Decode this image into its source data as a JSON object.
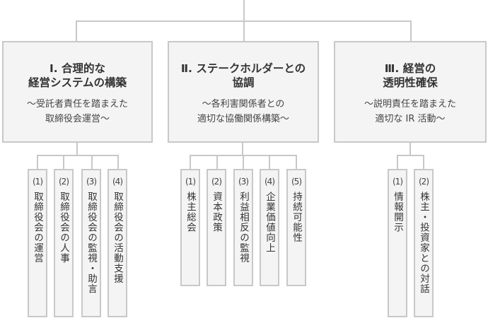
{
  "pillars": [
    {
      "title_line1": "Ⅰ. 合理的な",
      "title_line2": "経営システムの構築",
      "sub_line1": "～受託者責任を踏まえた",
      "sub_line2": "取締役会運営～",
      "items": [
        {
          "num": "(1)",
          "text": "取締役会の運営"
        },
        {
          "num": "(2)",
          "text": "取締役会の人事"
        },
        {
          "num": "(3)",
          "text": "取締役会の監視・助言"
        },
        {
          "num": "(4)",
          "text": "取締役会の活動支援"
        }
      ]
    },
    {
      "title_line1": "Ⅱ. ステークホルダーとの",
      "title_line2": "協調",
      "sub_line1": "～各利害関係者との",
      "sub_line2": "適切な協働関係構築～",
      "items": [
        {
          "num": "(1)",
          "text": "株主総会"
        },
        {
          "num": "(2)",
          "text": "資本政策"
        },
        {
          "num": "(3)",
          "text": "利益相反の監視"
        },
        {
          "num": "(4)",
          "text": "企業価値向上"
        },
        {
          "num": "(5)",
          "text": "持続可能性"
        }
      ]
    },
    {
      "title_line1": "Ⅲ. 経営の",
      "title_line2": "透明性確保",
      "sub_line1": "～説明責任を踏まえた",
      "sub_line2": "適切な IR 活動～",
      "items": [
        {
          "num": "(1)",
          "text": "情報開示"
        },
        {
          "num": "(2)",
          "text": "株主・投資家との対話"
        }
      ]
    }
  ],
  "colors": {
    "box_fill": "#f4f4f4",
    "border": "#c8c8c8",
    "text": "#333333"
  }
}
